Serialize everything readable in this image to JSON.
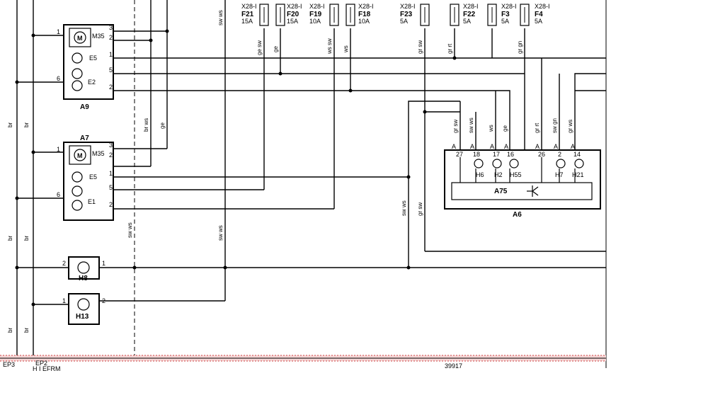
{
  "fuses": [
    {
      "conn": "X28-I",
      "name": "F21",
      "rating": "15A"
    },
    {
      "conn": "X28-I",
      "name": "F20",
      "rating": "15A"
    },
    {
      "conn": "X28-I",
      "name": "F19",
      "rating": "10A"
    },
    {
      "conn": "X28-I",
      "name": "F18",
      "rating": "10A"
    },
    {
      "conn": "X28-I",
      "name": "F23",
      "rating": "5A"
    },
    {
      "conn": "X28-I",
      "name": "F22",
      "rating": "5A"
    },
    {
      "conn": "X28-I",
      "name": "F3",
      "rating": "5A"
    },
    {
      "conn": "X28-I",
      "name": "F4",
      "rating": "5A"
    }
  ],
  "top_wire_labels": [
    "sw ws",
    "ge sw",
    "ge",
    "ws sw",
    "ws",
    "gr sw",
    "gr rt",
    "gr gn"
  ],
  "left_wire_labels": [
    "br",
    "br",
    "br",
    "br",
    "br",
    "br"
  ],
  "mid_wire_labels": [
    "br ws",
    "ge",
    "sw ws",
    "sw ws"
  ],
  "a6_wire_labels": [
    "gr sw",
    "sw ws",
    "ws",
    "ge",
    "gr rt",
    "sw gn",
    "gr ws"
  ],
  "lower_wire_labels": [
    "sw ws",
    "gr sw"
  ],
  "modules": {
    "a9": {
      "label": "A9",
      "motor": "M35",
      "ind1": "E5",
      "ind2": "E2",
      "pins_left": [
        "1",
        "6"
      ],
      "pins_right": [
        "3",
        "2",
        "1",
        "5",
        "2"
      ]
    },
    "a7": {
      "label": "A7",
      "motor": "M35",
      "ind1": "E5",
      "ind2": "E1",
      "pins_left": [
        "1",
        "6"
      ],
      "pins_right": [
        "3",
        "2",
        "1",
        "5",
        "2"
      ]
    }
  },
  "a6": {
    "label": "A6",
    "sub_label": "A75",
    "pin_prefix": [
      "A",
      "A",
      "A",
      "A",
      "A",
      "A",
      "A"
    ],
    "pins": [
      "27",
      "18",
      "17",
      "16",
      "26",
      "2",
      "14"
    ],
    "lamps": [
      "H6",
      "H2",
      "H55",
      "H7",
      "H21"
    ]
  },
  "h8": {
    "label": "H8",
    "pin_left": "2",
    "pin_right": "1"
  },
  "h13": {
    "label": "H13",
    "pin_left": "1",
    "pin_right": "2"
  },
  "footer": {
    "left1": "EP3",
    "left2": "EP2",
    "sub": "H I  EFRM",
    "number": "39917"
  }
}
